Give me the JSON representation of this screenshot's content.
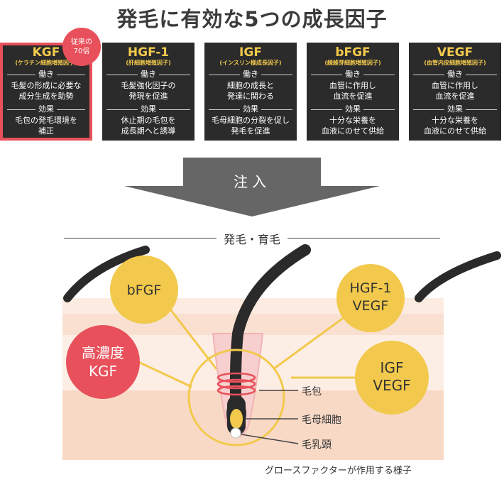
{
  "title": "発毛に有効な5つの成長因子",
  "badge": "従来の\n70倍",
  "cards": [
    {
      "name": "KGF",
      "full": "(ケラチン細胞増殖因子)",
      "work_label": "働き",
      "work": "毛髪の形成に必要な\n成分生成を助勢",
      "effect_label": "効果",
      "effect": "毛包の発毛環境を\n補正"
    },
    {
      "name": "HGF-1",
      "full": "(肝細胞増殖因子)",
      "work_label": "働き",
      "work": "毛髪強化因子の\n発現を促進",
      "effect_label": "効果",
      "effect": "休止期の毛包を\n成長期へと誘導"
    },
    {
      "name": "IGF",
      "full": "(インスリン様成長因子)",
      "work_label": "働き",
      "work": "細胞の成長と\n発達に関わる",
      "effect_label": "効果",
      "effect": "毛母細胞の分裂を促し\n発毛を促進"
    },
    {
      "name": "bFGF",
      "full": "(線維芽細胞増殖因子)",
      "work_label": "働き",
      "work": "血管に作用し\n血流を促進",
      "effect_label": "効果",
      "effect": "十分な栄養を\n血液にのせて供給"
    },
    {
      "name": "VEGF",
      "full": "(血管内皮細胞増殖因子)",
      "work_label": "働き",
      "work": "血管に作用し\n血流を促進",
      "effect_label": "効果",
      "effect": "十分な栄養を\n血液にのせて供給"
    }
  ],
  "arrow_label": "注入",
  "growth_label": "発毛・育毛",
  "bubbles": {
    "bfgf": "bFGF",
    "hgf_line1": "HGF-1",
    "hgf_line2": "VEGF",
    "kgf_line1": "高濃度",
    "kgf_line2": "KGF",
    "igf_line1": "IGF",
    "igf_line2": "VEGF"
  },
  "annotations": {
    "follicle": "毛包",
    "matrix": "毛母細胞",
    "papilla": "毛乳頭"
  },
  "caption": "グロースファクターが作用する様子",
  "colors": {
    "card_bg": "#2b2b2b",
    "accent_yellow": "#f2c94c",
    "accent_red": "#e8505b",
    "arrow_gray": "#666666",
    "skin_top": "#fbe6d9",
    "skin_bottom": "#f6d2bb"
  }
}
